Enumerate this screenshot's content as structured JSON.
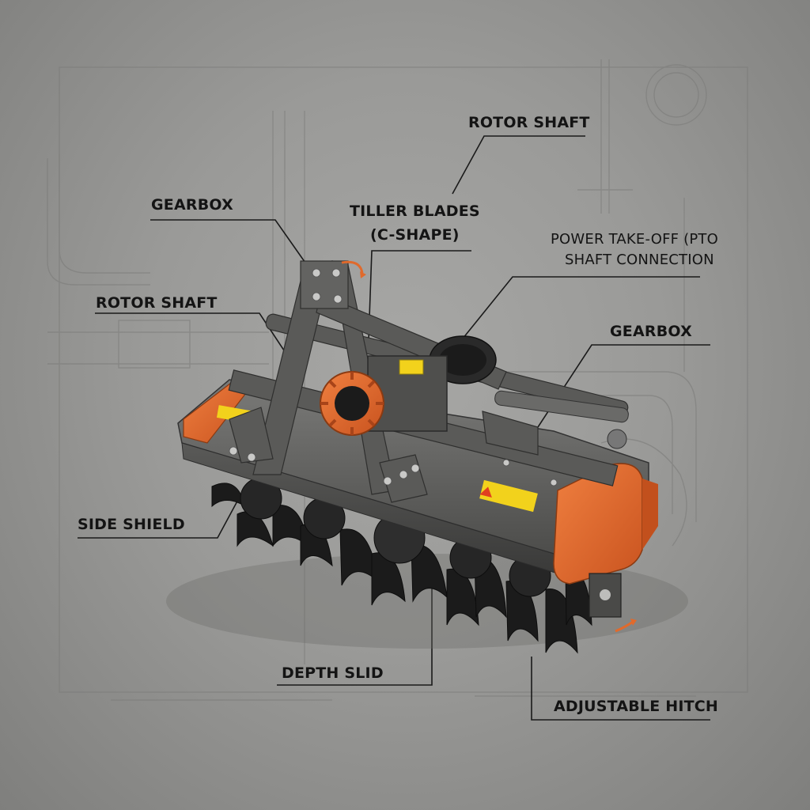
{
  "diagram": {
    "labels": {
      "rotor_shaft_top": "ROTOR SHAFT",
      "gearbox_left": "GEARBOX",
      "tiller_blades_line1": "TILLER BLADES",
      "tiller_blades_line2": "(C-SHAPE)",
      "pto_line1": "POWER TAKE-OFF (PTO",
      "pto_line2": "SHAFT CONNECTION",
      "rotor_shaft_left": "ROTOR SHAFT",
      "gearbox_right": "GEARBOX",
      "side_shield": "SIDE SHIELD",
      "depth_slid": "DEPTH SLID",
      "adjustable_hitch": "ADJUSTABLE HITCH"
    },
    "colors": {
      "background": "#9a9a98",
      "frame_metal": "#5e5e5c",
      "accent_orange": "#e06a2c",
      "blades": "#1b1b1b",
      "leader_lines": "#1a1a1a",
      "warning_label": "#f2d21c"
    }
  }
}
